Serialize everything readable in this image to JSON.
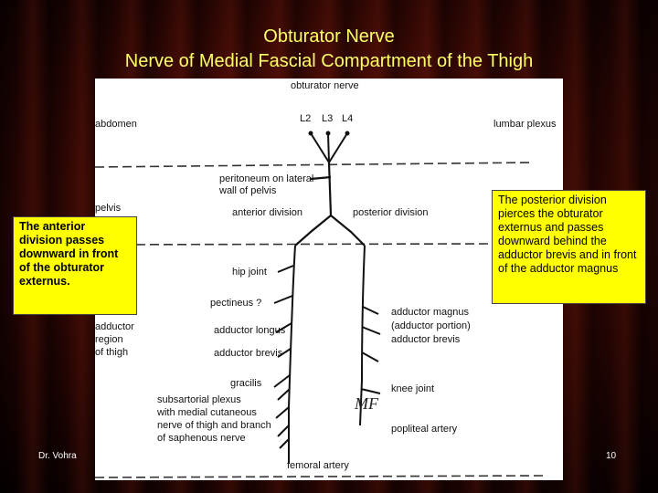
{
  "slide": {
    "title_line1": "Obturator Nerve",
    "title_line2": "Nerve of Medial Fascial Compartment of the Thigh",
    "author": "Dr. Vohra",
    "page_number": "10",
    "title_color": "#ffff66",
    "note_color": "#ffff00"
  },
  "notes": {
    "left": "The anterior division passes downward in front of the obturator externus.",
    "right": "The posterior division pierces the obturator externus and passes downward behind the adductor brevis and in front of the adductor magnus"
  },
  "diagram": {
    "heading": "obturator nerve",
    "roots": [
      "L2",
      "L3",
      "L4"
    ],
    "labels": {
      "abdomen": "abdomen",
      "lumbar_plexus": "lumbar plexus",
      "peritoneum_1": "peritoneum on lateral",
      "peritoneum_2": "wall of pelvis",
      "pelvis": "pelvis",
      "anterior_division": "anterior division",
      "posterior_division": "posterior division",
      "hip_joint": "hip joint",
      "pectineus": "pectineus ?",
      "adductor_1": "adductor",
      "adductor_2": "region",
      "adductor_3": "of thigh",
      "adductor_longus": "adductor longus",
      "adductor_brevis_left": "adductor brevis",
      "gracilis": "gracilis",
      "subsartorial_1": "subsartorial plexus",
      "subsartorial_2": "with medial cutaneous",
      "subsartorial_3": "nerve of thigh and branch",
      "subsartorial_4": "of saphenous nerve",
      "femoral_artery": "femoral artery",
      "adductor_magnus_1": "adductor magnus",
      "adductor_magnus_2": "(adductor portion)",
      "adductor_brevis_right": "adductor brevis",
      "knee_joint": "knee joint",
      "popliteal_artery": "popliteal artery"
    }
  }
}
